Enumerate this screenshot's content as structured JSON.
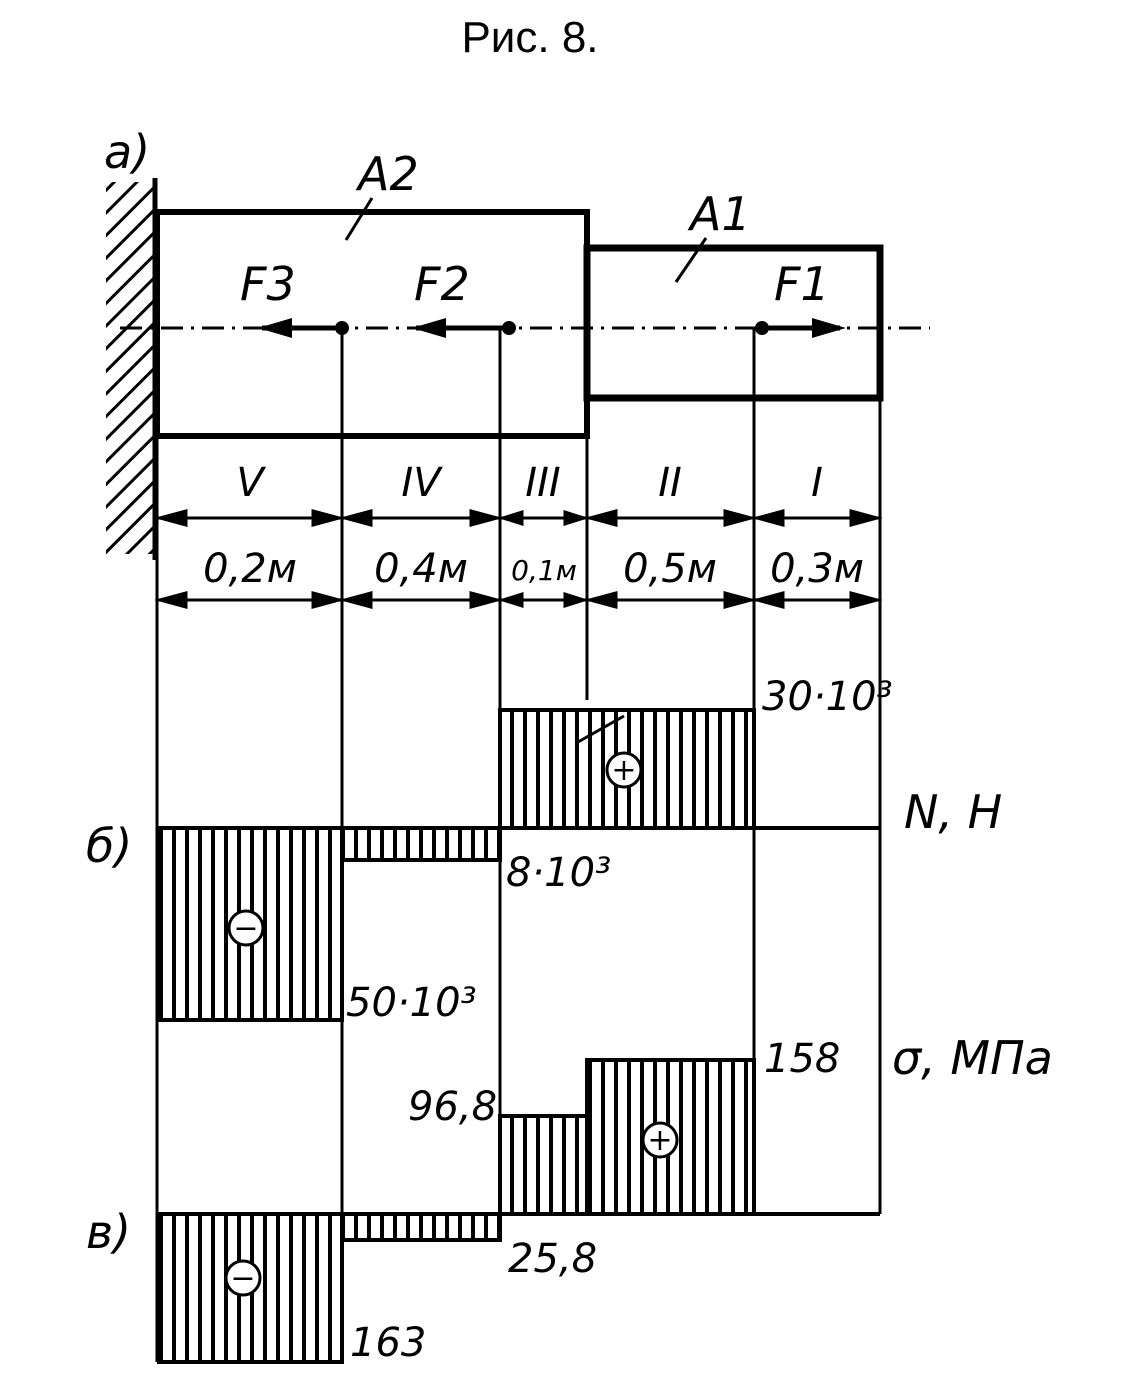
{
  "caption": "Рис. 8.",
  "panels": {
    "a": "а)",
    "b": "б)",
    "c": "в)"
  },
  "bar": {
    "area_large": "A2",
    "area_small": "A1",
    "force_3": "F3",
    "force_2": "F2",
    "force_1": "F1"
  },
  "sections": [
    {
      "roman": "V",
      "length": "0,2м"
    },
    {
      "roman": "IV",
      "length": "0,4м"
    },
    {
      "roman": "III",
      "length": "0,1м"
    },
    {
      "roman": "II",
      "length": "0,5м"
    },
    {
      "roman": "I",
      "length": "0,3м"
    }
  ],
  "axial_force": {
    "unit_label": "N, H",
    "values": {
      "V": "50·10³",
      "IV": "8·10³",
      "III_II": "30·10³"
    },
    "signs": {
      "negative": "−",
      "positive": "+"
    }
  },
  "stress": {
    "unit_label": "σ, МПа",
    "values": {
      "V": "163",
      "IV": "25,8",
      "III": "96,8",
      "II": "158"
    },
    "signs": {
      "negative": "−",
      "positive": "+"
    }
  }
}
